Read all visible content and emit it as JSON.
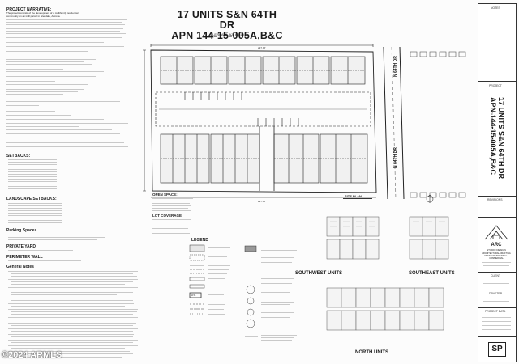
{
  "narrative": {
    "title": "PROJECT NARRATIVE:",
    "lines": [
      "The project consists of the development of a multifamily residential",
      "community on an infill parcel in Glendale, Arizona."
    ]
  },
  "setbacks_title": "SETBACKS:",
  "landscape_title": "LANDSCAPE SETBACKS:",
  "parking_title": "Parking Spaces",
  "private_yard_title": "PRIVATE YARD",
  "perimeter_title": "PERIMETER WALL",
  "general_notes_title": "General Notes",
  "drawing_title": {
    "line1": "17 UNITS S&N 64TH DR",
    "line2": "APN 144-15-005A,B&C",
    "city": "GLENDALE, AZ. 85310"
  },
  "plan_labels": {
    "street": "N 64TH DR",
    "site_plan": "SITE PLAN",
    "open_space": "OPEN SPACE:",
    "lot_coverage": "LOT COVERAGE",
    "legend": "LEGEND"
  },
  "units": {
    "southwest": "SOUTHWEST UNITS",
    "southeast": "SOUTHEAST UNITS",
    "north": "NORTH UNITS"
  },
  "title_block": {
    "notes": "NOTES",
    "project": "PROJECT",
    "title_line1": "17 UNITS S&N 64TH DR",
    "title_line2": "APN 144-15-005A,B&C",
    "title_city": "GLENDALE, AZ. 85310",
    "revisions": "REVISIONS",
    "firm_name": "ARC",
    "firm_sub": "STUDIO DESIGN",
    "firm_desc": "ARCHITECTURAL DRAFTING DESIGN RESIDENTIAL | COMMERCIAL",
    "client": "CLIENT",
    "drafter": "DRAFTER",
    "project_data": "PROJECT DATA",
    "sheet": "SP"
  },
  "watermark": "2024 ARMLS"
}
